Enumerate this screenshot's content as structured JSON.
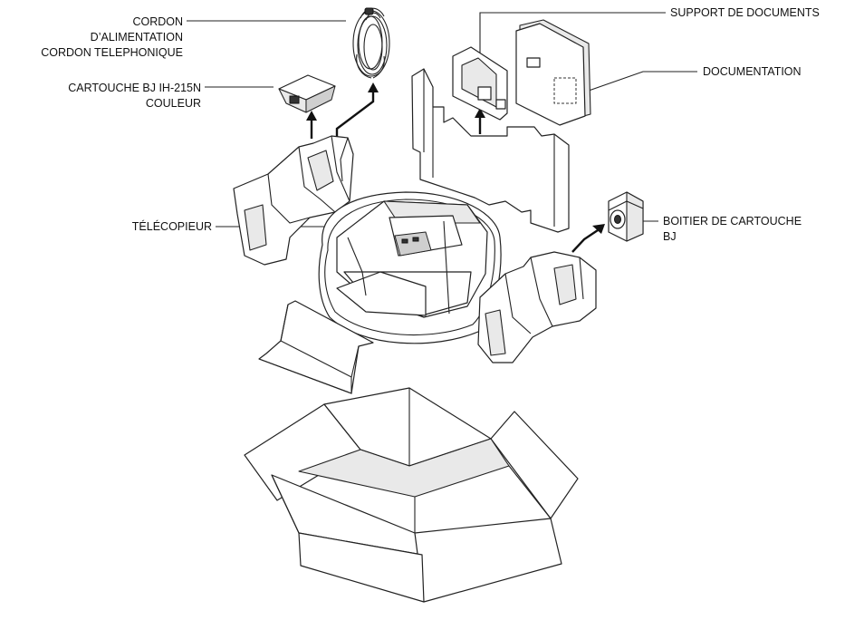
{
  "labels": {
    "cordon_alimentation": "CORDON\nD’ALIMENTATION\nCORDON TELEPHONIQUE",
    "cartouche": "CARTOUCHE BJ IH-215N\nCOULEUR",
    "support_documents": "SUPPORT DE DOCUMENTS",
    "documentation": "DOCUMENTATION",
    "telecopieur": "TÉLÉCOPIEUR",
    "boitier": "BOITIER DE CARTOUCHE\nBJ"
  }
}
